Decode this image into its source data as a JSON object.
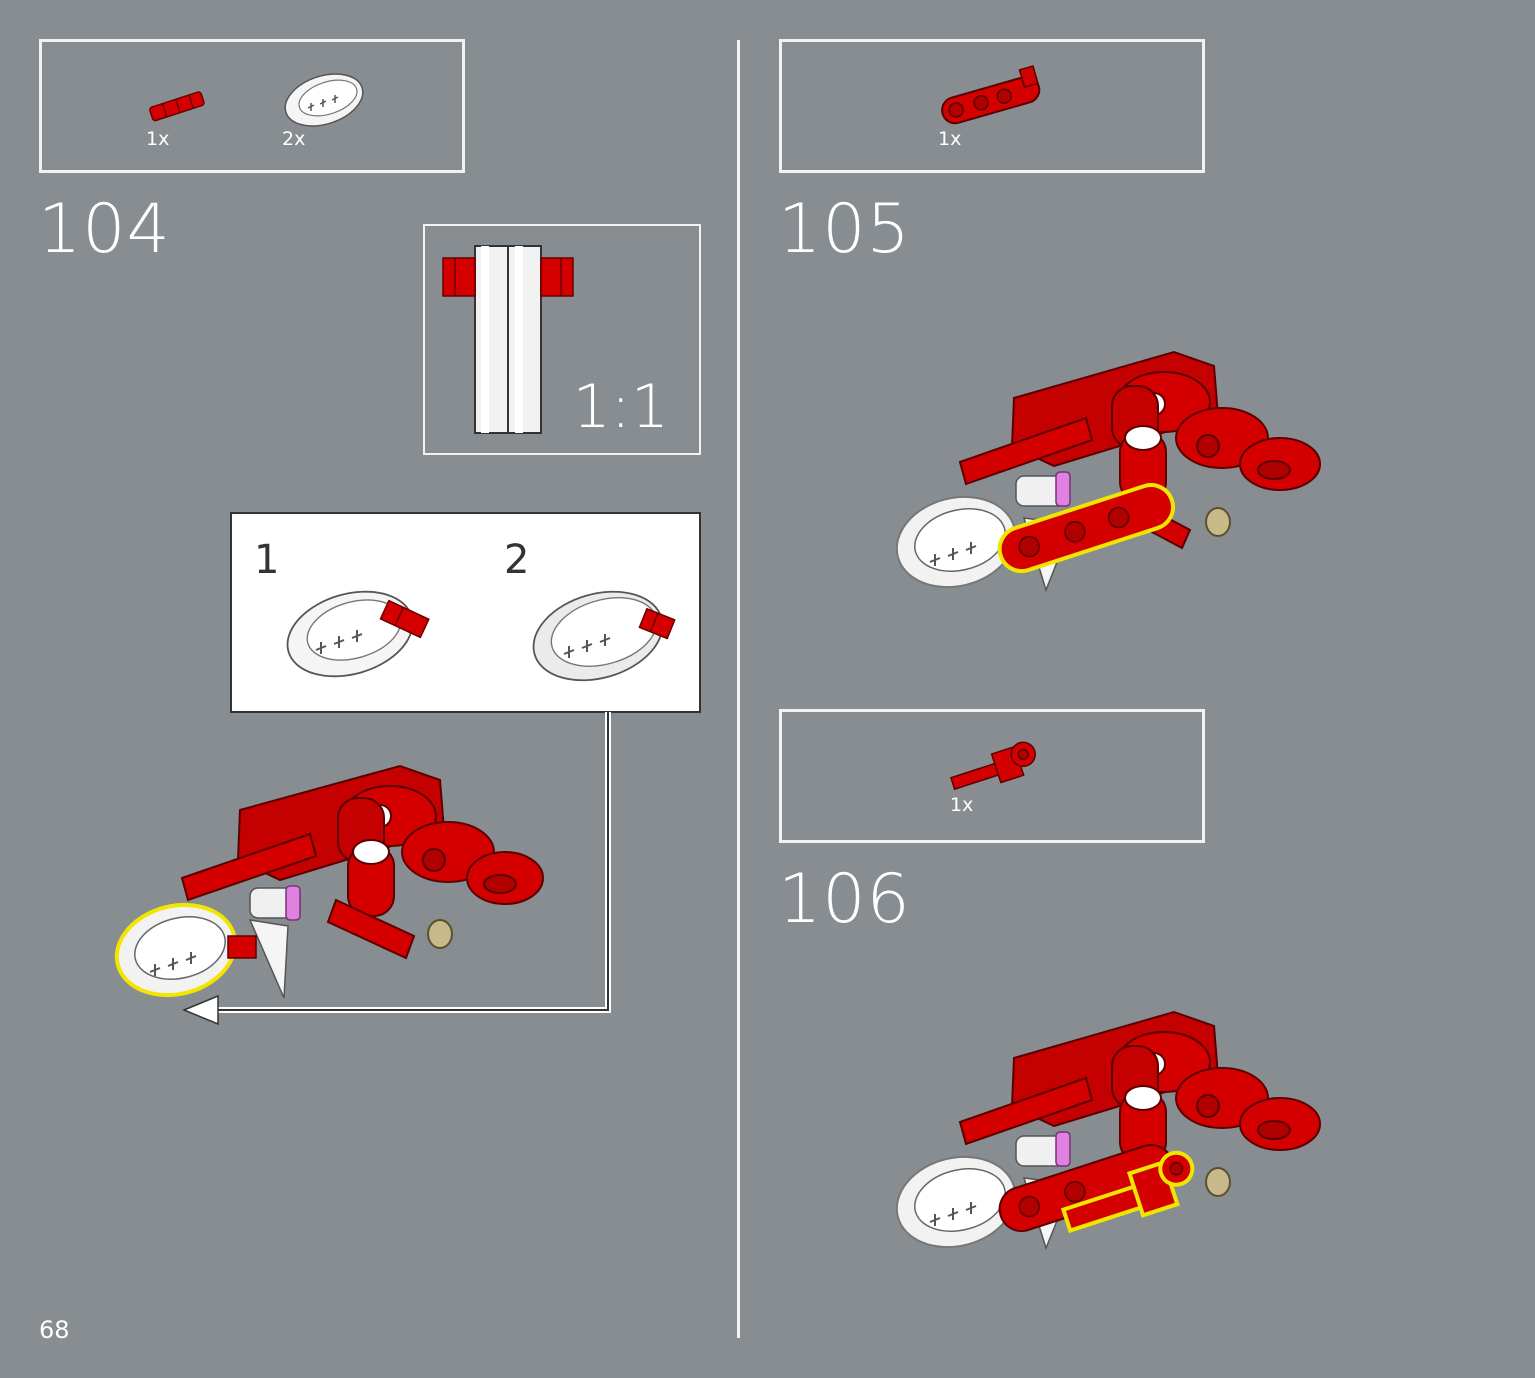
{
  "page": {
    "number": "68",
    "background": "#878d90",
    "accent_red": "#d40000",
    "highlight_yellow": "#f2e600",
    "frame_white": "#f2f2f2"
  },
  "step104": {
    "number": "104",
    "parts": [
      {
        "qty": "1x",
        "icon": "red-axle-connector-icon"
      },
      {
        "qty": "2x",
        "icon": "white-wheel-hub-icon"
      }
    ],
    "scale": {
      "label": "1:1"
    },
    "substeps": [
      {
        "number": "1"
      },
      {
        "number": "2"
      }
    ]
  },
  "step105": {
    "number": "105",
    "parts": [
      {
        "qty": "1x",
        "icon": "red-liftarm-icon"
      }
    ]
  },
  "step106": {
    "number": "106",
    "parts": [
      {
        "qty": "1x",
        "icon": "red-axle-pin-connector-icon"
      }
    ]
  }
}
